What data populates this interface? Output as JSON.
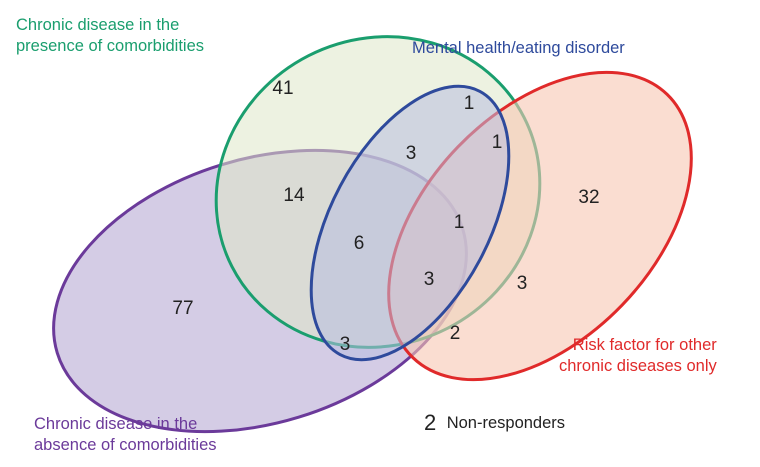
{
  "sets": {
    "comorbid": {
      "label_lines": [
        "Chronic disease in the",
        "presence of comorbidities"
      ],
      "color": "#1a9e6e",
      "fill": "#dfe8c8"
    },
    "mental": {
      "label_lines": [
        "Mental health/eating disorder"
      ],
      "color": "#2e4a9c",
      "fill": "#b8bde0"
    },
    "risk": {
      "label_lines": [
        "Risk factor for other",
        "chronic diseases only"
      ],
      "color": "#e02a2a",
      "fill": "#f7c6b2"
    },
    "absence": {
      "label_lines": [
        "Chronic disease in the",
        "absence of comorbidities"
      ],
      "color": "#6b3a9a",
      "fill": "#cdc3e0"
    }
  },
  "regions": {
    "comorbid_only": "41",
    "mental_only": "1",
    "risk_only": "32",
    "absence_only": "77",
    "comorbid_mental": "3",
    "comorbid_absence": "14",
    "mental_risk": "1",
    "comorbid_mental_absence": "6",
    "comorbid_mental_risk": "1",
    "comorbid_risk": "3",
    "all_four": "3",
    "mental_absence": "3",
    "mental_risk_absence": "2"
  },
  "non_responders": {
    "count": "2",
    "label": "Non-responders"
  }
}
